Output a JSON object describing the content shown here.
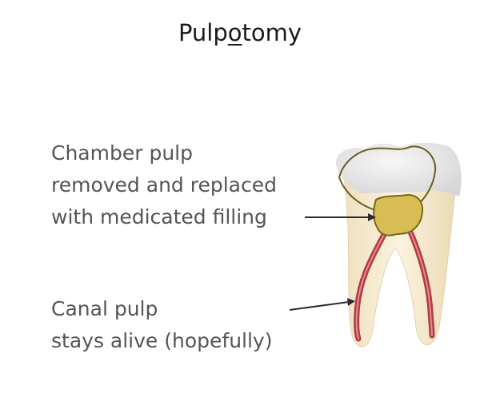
{
  "title": {
    "before": "Pulp",
    "underlined": "o",
    "after": "tomy"
  },
  "labels": {
    "chamber": [
      "Chamber pulp",
      "removed and replaced",
      "with medicated filling"
    ],
    "canal": [
      "Canal pulp",
      "stays alive (hopefully)"
    ]
  },
  "colors": {
    "enamel": "#e6e6e6",
    "dentin": "#f3e8cf",
    "filling": "#d8bd55",
    "outline": "#6b5e22",
    "canal_pulp": "#b23a44",
    "leader": "#2c2c2c"
  }
}
